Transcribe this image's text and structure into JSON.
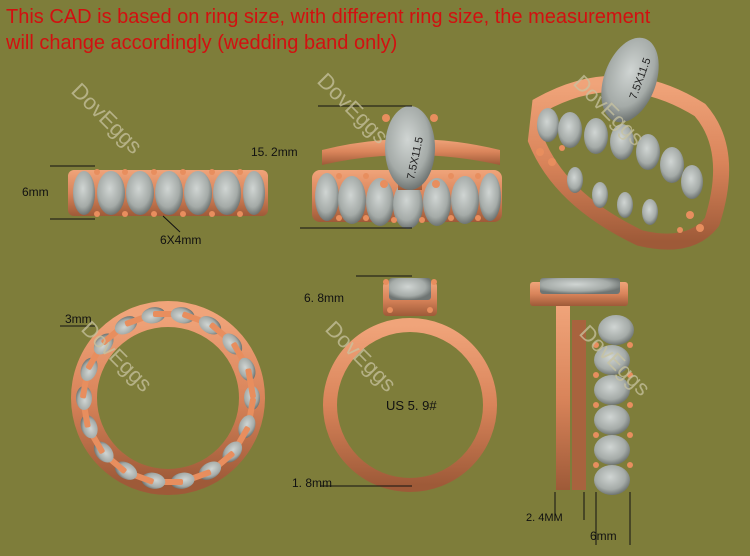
{
  "notice": {
    "line1": "This CAD is based on ring size, with different ring size, the measurement",
    "line2": "will change accordingly (wedding band only)"
  },
  "watermark": "DovEggs",
  "dimensions": {
    "band_width": "6mm",
    "stone_size": "6X4mm",
    "set_height": "15. 2mm",
    "center_stone": "7.5X11.5",
    "band_thickness": "3mm",
    "head_height": "6. 8mm",
    "ring_size": "US 5. 9#",
    "shank_bottom": "1. 8mm",
    "shank_side": "2. 4MM",
    "band_side_width": "6mm"
  },
  "colors": {
    "background": "#7e7d3a",
    "metal": "#d9845a",
    "stone": "#a5aba8",
    "notice_text": "#d21010"
  }
}
